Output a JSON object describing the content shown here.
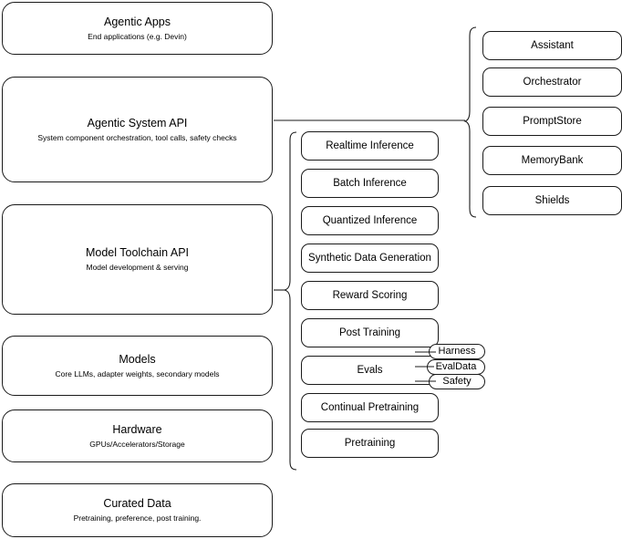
{
  "diagram": {
    "title": "Agentic stack layers diagram",
    "stroke_color": "#1a1a1a",
    "background_color": "#ffffff",
    "layers": [
      {
        "title": "Agentic Apps",
        "subtitle": "End applications (e.g. Devin)"
      },
      {
        "title": "Agentic System API",
        "subtitle": "System component orchestration, tool calls, safety checks"
      },
      {
        "title": "Model Toolchain API",
        "subtitle": "Model development & serving"
      },
      {
        "title": "Models",
        "subtitle": "Core LLMs, adapter weights, secondary models"
      },
      {
        "title": "Hardware",
        "subtitle": "GPUs/Accelerators/Storage"
      },
      {
        "title": "Curated Data",
        "subtitle": "Pretraining, preference, post training."
      }
    ],
    "toolchain_components": [
      {
        "label": "Realtime Inference"
      },
      {
        "label": "Batch Inference"
      },
      {
        "label": "Quantized Inference"
      },
      {
        "label": "Synthetic Data Generation"
      },
      {
        "label": "Reward Scoring"
      },
      {
        "label": "Post Training"
      },
      {
        "label": "Evals"
      },
      {
        "label": "Continual Pretraining"
      },
      {
        "label": "Pretraining"
      }
    ],
    "evals_subcomponents": [
      {
        "label": "Harness"
      },
      {
        "label": "EvalData"
      },
      {
        "label": "Safety"
      }
    ],
    "system_components": [
      {
        "label": "Assistant"
      },
      {
        "label": "Orchestrator"
      },
      {
        "label": "PromptStore"
      },
      {
        "label": "MemoryBank"
      },
      {
        "label": "Shields"
      }
    ]
  }
}
